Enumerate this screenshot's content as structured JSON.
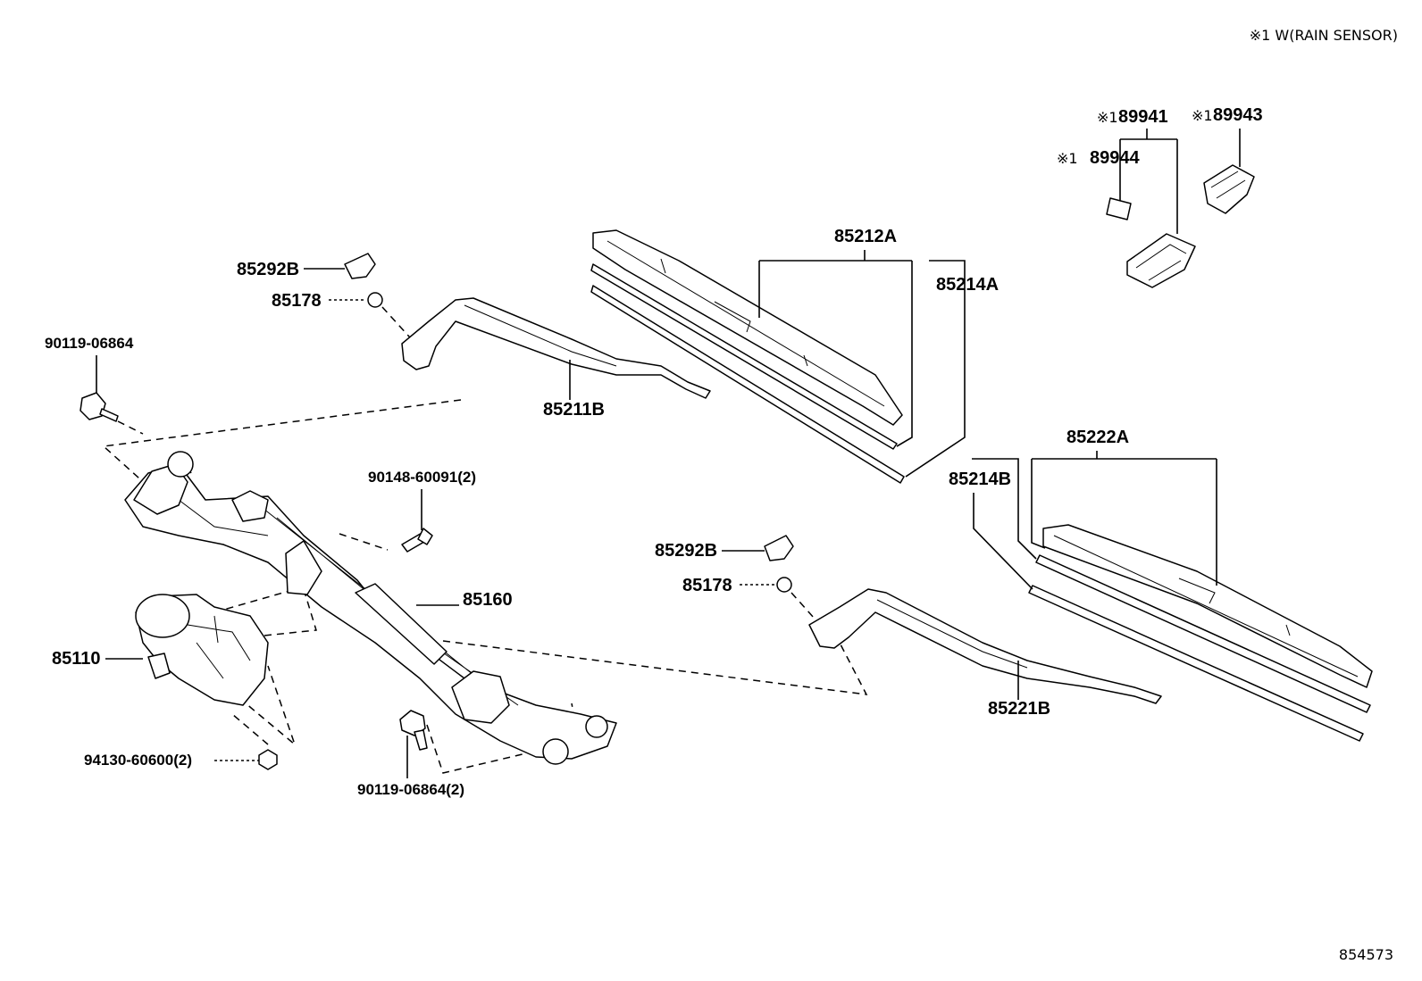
{
  "diagram": {
    "note": "※1 W(RAIN SENSOR)",
    "page_number": "854573",
    "labels": {
      "p89941": "89941",
      "p89943": "89943",
      "p89944": "89944",
      "mark": "※1",
      "p85212A": "85212A",
      "p85214A": "85214A",
      "p85292B_left": "85292B",
      "p85178_left": "85178",
      "p90119_top": "90119-06864",
      "p85211B": "85211B",
      "p90148": "90148-60091(2)",
      "p85160": "85160",
      "p85110": "85110",
      "p94130": "94130-60600(2)",
      "p90119_bottom": "90119-06864(2)",
      "p85222A": "85222A",
      "p85214B": "85214B",
      "p85292B_right": "85292B",
      "p85178_right": "85178",
      "p85221B": "85221B"
    }
  }
}
